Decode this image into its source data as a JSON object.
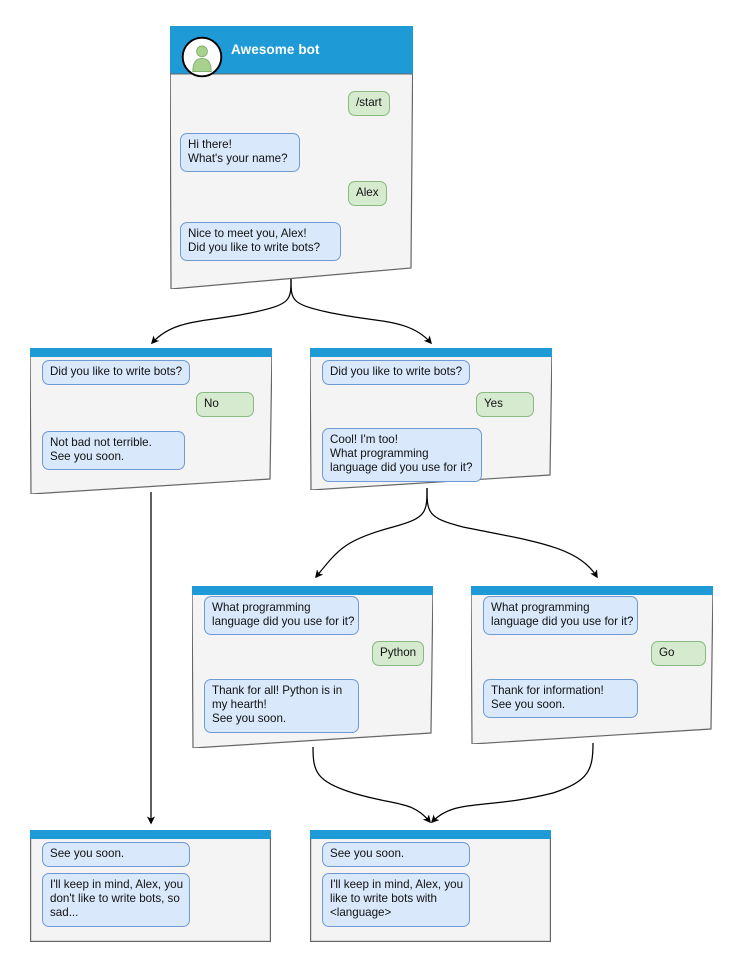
{
  "diagram": {
    "title": "Awesome bot chatbot conversation flow",
    "colors": {
      "header_blue": "#1e9ad6",
      "card_fill": "#f4f4f4",
      "card_stroke": "#666666",
      "bot_bubble_fill": "#d9e8fb",
      "bot_bubble_stroke": "#6f9ad6",
      "user_bubble_fill": "#d6ead0",
      "user_bubble_stroke": "#88b97e",
      "edge_stroke": "#000000",
      "avatar_person": "#a9d18e"
    }
  },
  "cards": [
    {
      "id": "start",
      "header": {
        "title": "Awesome bot",
        "avatar_icon": "person-avatar-icon"
      },
      "messages": [
        {
          "side": "user",
          "text": "/start"
        },
        {
          "side": "bot",
          "text": "Hi there!\nWhat's your name?"
        },
        {
          "side": "user",
          "text": "Alex"
        },
        {
          "side": "bot",
          "text": "Nice to meet you, Alex!\nDid you like to write bots?"
        }
      ]
    },
    {
      "id": "answer-no",
      "header": {
        "title": ""
      },
      "messages": [
        {
          "side": "bot",
          "text": "Did you like to write bots?"
        },
        {
          "side": "user",
          "text": "No"
        },
        {
          "side": "bot",
          "text": "Not bad not terrible.\nSee you soon."
        }
      ]
    },
    {
      "id": "answer-yes",
      "header": {
        "title": ""
      },
      "messages": [
        {
          "side": "bot",
          "text": "Did you like to write bots?"
        },
        {
          "side": "user",
          "text": "Yes"
        },
        {
          "side": "bot",
          "text": "Cool! I'm too!\nWhat programming\nlanguage did you use for it?"
        }
      ]
    },
    {
      "id": "language-python",
      "header": {
        "title": ""
      },
      "messages": [
        {
          "side": "bot",
          "text": "What programming\nlanguage did you use for it?"
        },
        {
          "side": "user",
          "text": "Python"
        },
        {
          "side": "bot",
          "text": "Thank for all! Python is in\nmy hearth!\nSee you soon."
        }
      ]
    },
    {
      "id": "language-go",
      "header": {
        "title": ""
      },
      "messages": [
        {
          "side": "bot",
          "text": "What programming\nlanguage did you use for it?"
        },
        {
          "side": "user",
          "text": "Go"
        },
        {
          "side": "bot",
          "text": "Thank for information!\nSee you soon."
        }
      ]
    },
    {
      "id": "end-sad",
      "header": {
        "title": ""
      },
      "messages": [
        {
          "side": "bot",
          "text": "See you soon."
        },
        {
          "side": "bot",
          "text": "I'll keep in mind, Alex, you\ndon't like to write bots, so\nsad..."
        }
      ]
    },
    {
      "id": "end-language",
      "header": {
        "title": ""
      },
      "messages": [
        {
          "side": "bot",
          "text": "See you soon."
        },
        {
          "side": "bot",
          "text": "I'll keep in mind, Alex, you\nlike to write bots with\n<language>"
        }
      ]
    }
  ]
}
